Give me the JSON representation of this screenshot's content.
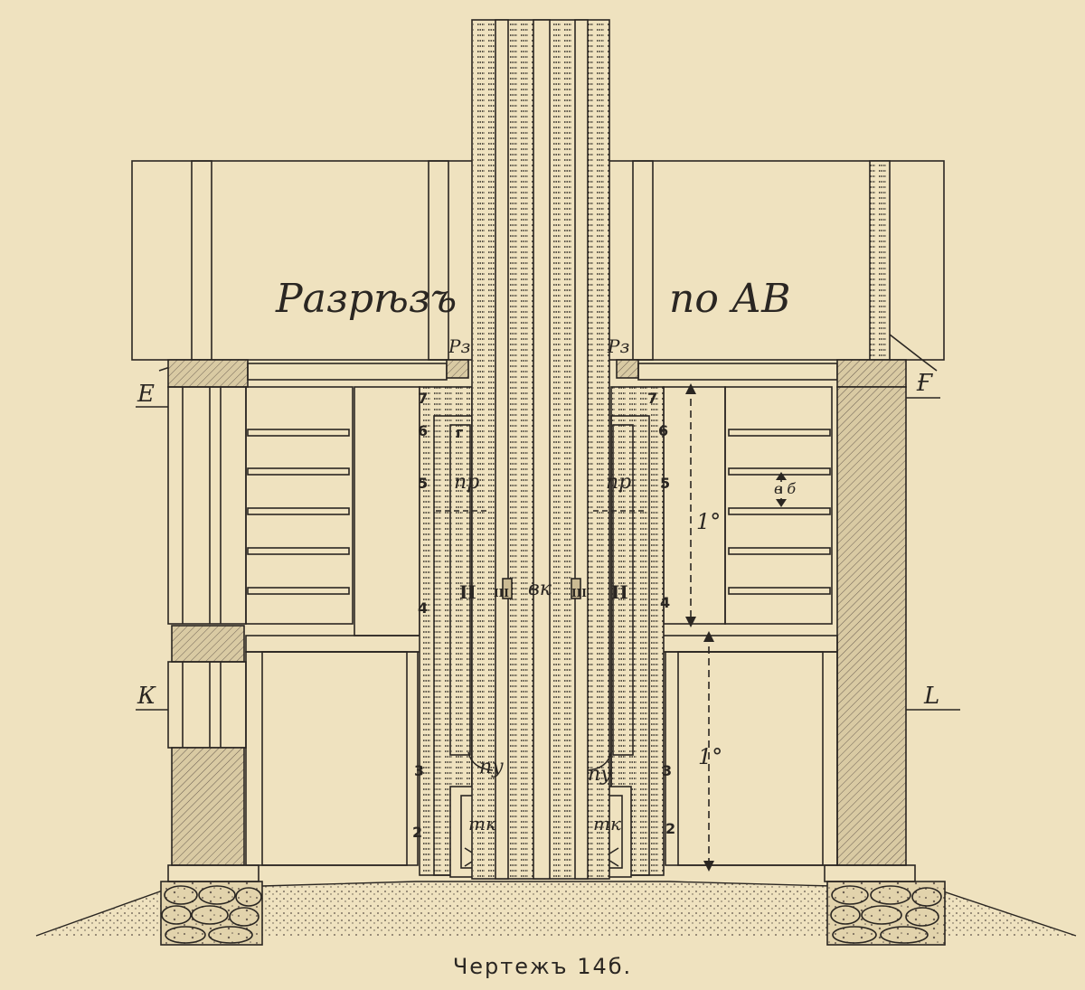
{
  "title": {
    "left_word": "Разрѣзъ",
    "right_word": "по АВ"
  },
  "caption": "Чертежъ 14б.",
  "markers": {
    "E": "Е",
    "F": "Ғ",
    "K": "К",
    "L": "L",
    "rz_left": "Рз",
    "rz_right": "Рз",
    "num_7_left": "7",
    "num_7_right": "7",
    "num_6_left": "6",
    "num_6_right": "6",
    "num_5_left": "5",
    "num_5_right": "5",
    "num_4_left": "4",
    "num_4_right": "4",
    "num_3_left": "3",
    "num_3_right": "3",
    "num_2_left": "2",
    "num_2_right": "2",
    "g_left": "г",
    "pr_left": "пр",
    "pr_right": "пр",
    "II_left": "II",
    "II_right": "II",
    "III_left": "III",
    "III_right": "III",
    "vk": "вк",
    "pu_left": "пу",
    "pu_right": "пу",
    "tk_left": "тк",
    "tk_right": "тк",
    "dim_upper": "1°",
    "dim_lower": "1°",
    "dim_shelf": "в б"
  },
  "colors": {
    "paper": "#efe2bf",
    "ink": "#2a2622",
    "hatch": "#6b5f52"
  }
}
